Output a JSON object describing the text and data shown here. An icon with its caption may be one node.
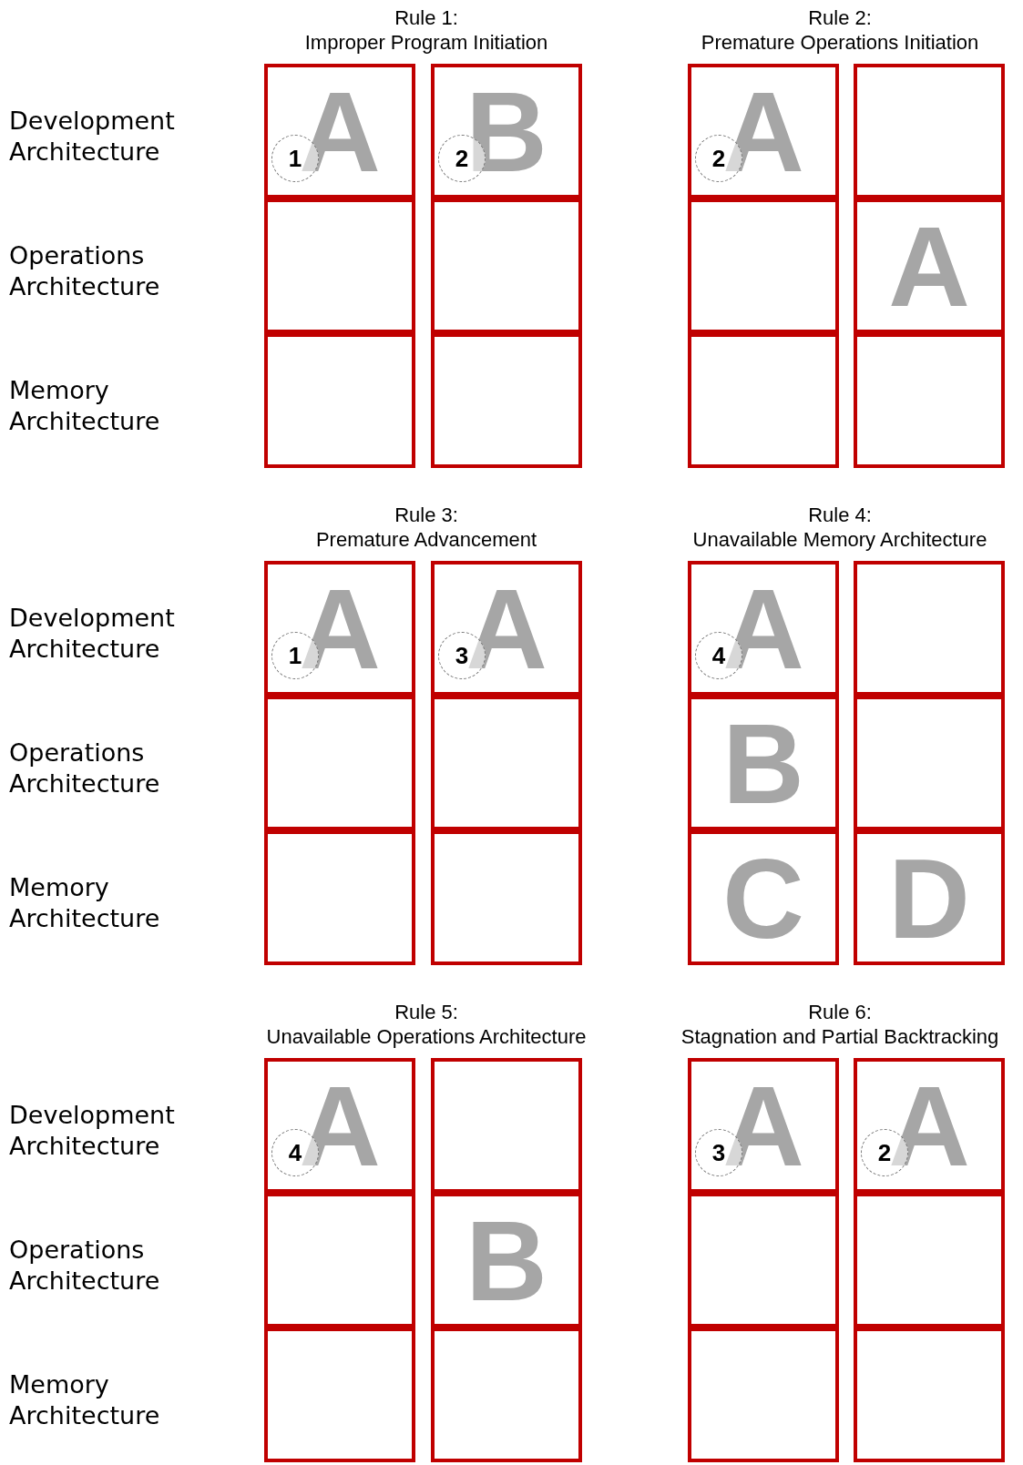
{
  "diagram": {
    "nodes": [
      {
        "text": [
          "A"
        ]
      },
      {
        "text": [
          "1"
        ],
        "in": 0
      },
      {
        "text": [
          "B"
        ]
      },
      {
        "text": [
          "2"
        ],
        "in": 2
      },
      {
        "text": [],
        "shape": "box"
      },
      {
        "text": [],
        "shape": "box"
      },
      {
        "text": [],
        "shape": "box"
      },
      {
        "text": [],
        "shape": "box"
      },
      {
        "text": [
          "A"
        ]
      },
      {
        "text": [
          "2"
        ],
        "in": 8
      },
      {
        "text": [],
        "shape": "box"
      },
      {
        "text": [],
        "shape": "box"
      },
      {
        "text": [
          "A"
        ]
      },
      {
        "text": [],
        "shape": "box"
      },
      {
        "text": [],
        "shape": "box"
      },
      {
        "text": [
          "A"
        ]
      },
      {
        "text": [
          "1"
        ],
        "in": 15
      },
      {
        "text": [
          "A"
        ]
      },
      {
        "text": [
          "3"
        ],
        "in": 17
      },
      {
        "text": [],
        "shape": "box"
      },
      {
        "text": [],
        "shape": "box"
      },
      {
        "text": [],
        "shape": "box"
      },
      {
        "text": [],
        "shape": "box"
      },
      {
        "text": [
          "A"
        ]
      },
      {
        "text": [
          "4"
        ],
        "in": 23
      },
      {
        "text": [],
        "shape": "box"
      },
      {
        "text": [
          "B"
        ]
      },
      {
        "text": [],
        "shape": "box"
      },
      {
        "text": [
          "C"
        ]
      },
      {
        "text": [
          "D"
        ]
      },
      {
        "text": [
          "A"
        ]
      },
      {
        "text": [
          "4"
        ],
        "in": 30
      },
      {
        "text": [],
        "shape": "box"
      },
      {
        "text": [],
        "shape": "box"
      },
      {
        "text": [
          "B"
        ]
      },
      {
        "text": [],
        "shape": "box"
      },
      {
        "text": [],
        "shape": "box"
      },
      {
        "text": [
          "A"
        ]
      },
      {
        "text": [
          "3"
        ],
        "in": 37
      },
      {
        "text": [
          "A"
        ]
      },
      {
        "text": [
          "2"
        ],
        "in": 39
      },
      {
        "text": [],
        "shape": "box"
      },
      {
        "text": [],
        "shape": "box"
      },
      {
        "text": [],
        "shape": "box"
      },
      {
        "text": [],
        "shape": "box"
      }
    ],
    "edges": [],
    "labels": [
      "Rule 1: Improper Program Initiation",
      "Rule 2: Premature Operations Initiation",
      "Development Architecture",
      "Operations Architecture",
      "Memory Architecture",
      "Rule 3: Premature Advancement",
      "Rule 4: Unavailable Memory Architecture",
      "Development Architecture",
      "Operations Architecture",
      "Memory Architecture",
      "Rule 5: Unavailable Operations Architecture",
      "Rule 6: Stagnation and Partial Backtracking",
      "Development Architecture",
      "Operations Architecture",
      "Memory Architecture"
    ]
  }
}
